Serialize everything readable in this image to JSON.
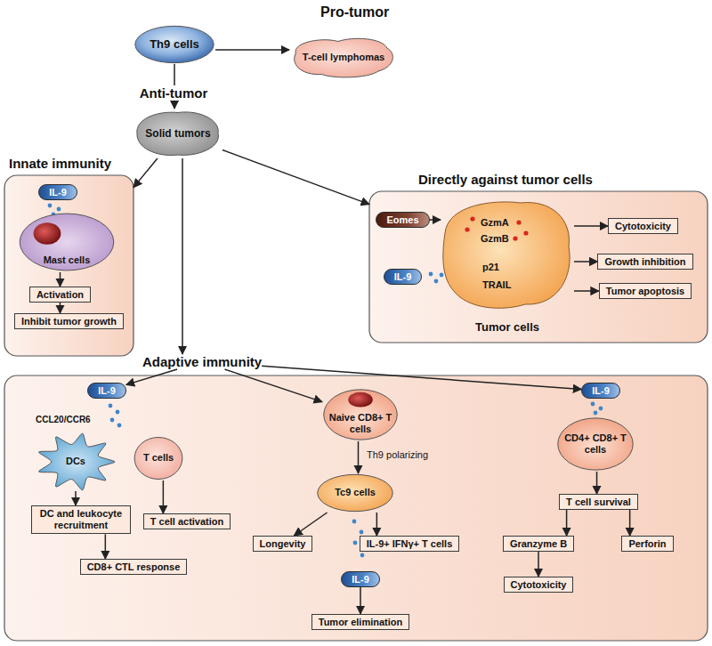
{
  "diagram": {
    "nodes": [
      {
        "text": [
          "Th9 cells"
        ]
      },
      {
        "text": [
          "T-cell lymphomas"
        ]
      },
      {
        "text": [
          "Solid tumors"
        ]
      },
      {
        "text": [
          "Innate immunity"
        ]
      },
      {
        "text": [
          "IL-9"
        ],
        "in": 3
      },
      {
        "text": [
          "Mast cells"
        ],
        "in": 3
      },
      {
        "text": [
          "Activation"
        ],
        "in": 3
      },
      {
        "text": [
          "Inhibit tumor growth"
        ],
        "in": 3
      },
      {
        "text": [
          "Directly against tumor cells"
        ]
      },
      {
        "text": [
          "Eomes"
        ],
        "in": 8
      },
      {
        "text": [
          "GzmA",
          "GzmB",
          "p21",
          "TRAIL",
          "Tumor cells"
        ],
        "in": 8
      },
      {
        "text": [
          "IL-9"
        ],
        "in": 8
      },
      {
        "text": [
          "Cytotoxicity"
        ],
        "in": 8
      },
      {
        "text": [
          "Growth inhibition"
        ],
        "in": 8
      },
      {
        "text": [
          "Tumor apoptosis"
        ],
        "in": 8
      },
      {
        "text": [
          "Adaptive immunity"
        ]
      },
      {
        "text": [
          "IL-9"
        ],
        "in": 15
      },
      {
        "text": [
          "DCs"
        ],
        "in": 15
      },
      {
        "text": [
          "T cells"
        ],
        "in": 15
      },
      {
        "text": [
          "DC and leukocyte recruitment"
        ],
        "in": 15
      },
      {
        "text": [
          "T cell activation"
        ],
        "in": 15
      },
      {
        "text": [
          "CD8+ CTL response"
        ],
        "in": 15
      },
      {
        "text": [
          "Naive CD8+ T cells"
        ],
        "in": 15
      },
      {
        "text": [
          "Tc9 cells"
        ],
        "in": 15
      },
      {
        "text": [
          "Longevity"
        ],
        "in": 15
      },
      {
        "text": [
          "IL-9+ IFNγ+ T cells"
        ],
        "in": 15
      },
      {
        "text": [
          "IL-9"
        ],
        "in": 15
      },
      {
        "text": [
          "Tumor elimination"
        ],
        "in": 15
      },
      {
        "text": [
          "IL-9"
        ],
        "in": 15
      },
      {
        "text": [
          "CD4+ CD8+ T cells"
        ],
        "in": 15
      },
      {
        "text": [
          "T cell survival"
        ],
        "in": 15
      },
      {
        "text": [
          "Granzyme B"
        ],
        "in": 15
      },
      {
        "text": [
          "Perforin"
        ],
        "in": 15
      },
      {
        "text": [
          "Cytotoxicity"
        ],
        "in": 15
      }
    ],
    "edges": [
      {
        "from": 0,
        "to": 1,
        "arrow": "to"
      },
      {
        "from": 0,
        "to": 2,
        "arrow": "to"
      },
      {
        "from": 2,
        "to": 3,
        "arrow": "to"
      },
      {
        "from": 2,
        "to": 8,
        "arrow": "to"
      },
      {
        "from": 2,
        "to": 15,
        "arrow": "to"
      },
      {
        "from": 5,
        "to": 6,
        "arrow": "to"
      },
      {
        "from": 6,
        "to": 7,
        "arrow": "to"
      },
      {
        "from": 9,
        "to": 10,
        "arrow": "to"
      },
      {
        "from": 10,
        "to": 12,
        "arrow": "to"
      },
      {
        "from": 10,
        "to": 13,
        "arrow": "to"
      },
      {
        "from": 10,
        "to": 14,
        "arrow": "to"
      },
      {
        "from": 15,
        "to": 16,
        "arrow": "to"
      },
      {
        "from": 15,
        "to": 22,
        "arrow": "to"
      },
      {
        "from": 15,
        "to": 28,
        "arrow": "to"
      },
      {
        "from": 17,
        "to": 19,
        "arrow": "to"
      },
      {
        "from": 18,
        "to": 20,
        "arrow": "to"
      },
      {
        "from": 19,
        "to": 21,
        "arrow": "to"
      },
      {
        "from": 22,
        "to": 23,
        "arrow": "to"
      },
      {
        "from": 23,
        "to": 24,
        "arrow": "to"
      },
      {
        "from": 23,
        "to": 25,
        "arrow": "to"
      },
      {
        "from": 26,
        "to": 27,
        "arrow": "to"
      },
      {
        "from": 29,
        "to": 30,
        "arrow": "to"
      },
      {
        "from": 30,
        "to": 31,
        "arrow": "to"
      },
      {
        "from": 30,
        "to": 32,
        "arrow": "to"
      },
      {
        "from": 31,
        "to": 33,
        "arrow": "to"
      }
    ],
    "labels": [
      "Pro-tumor",
      "Anti-tumor",
      "CCL20/CCR6",
      "Th9 polarizing"
    ]
  }
}
